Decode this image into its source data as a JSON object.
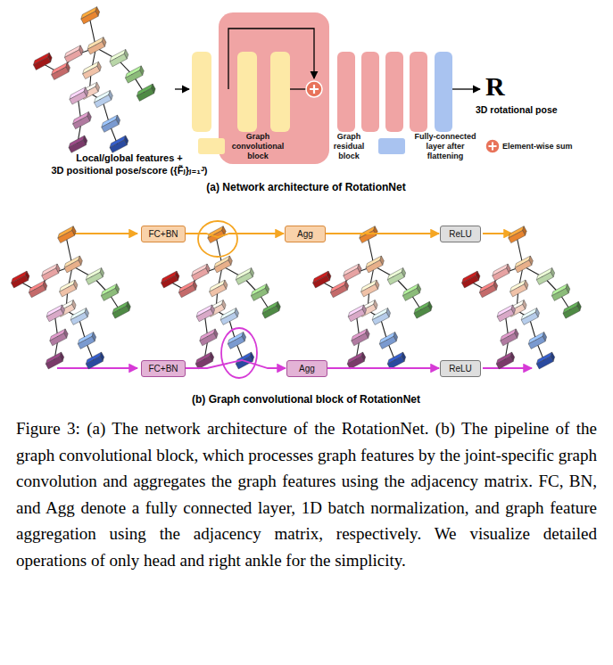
{
  "diagram": {
    "caption": "Figure 3: (a) The network architecture of the RotationNet. (b) The pipeline of the graph convolutional block, which processes graph features by the joint-specific graph convolution and aggregates the graph features using the adjacency matrix. FC, BN, and Agg denote a fully connected layer, 1D batch normalization, and graph feature aggregation using the adjacency matrix, respectively. We visualize detailed operations of only head and right ankle for the simplicity.",
    "nodes": [
      {
        "text": [
          "FC+BN"
        ]
      },
      {
        "text": [
          "Agg"
        ]
      },
      {
        "text": [
          "ReLU"
        ]
      },
      {
        "text": [
          "FC+BN"
        ]
      },
      {
        "text": [
          "Agg"
        ]
      },
      {
        "text": [
          "ReLU"
        ]
      }
    ],
    "edges": [
      {
        "from": 0,
        "to": 1,
        "arrow": "to"
      },
      {
        "from": 1,
        "to": 2,
        "arrow": "to"
      },
      {
        "from": 3,
        "to": 4,
        "arrow": "to"
      },
      {
        "from": 4,
        "to": 5,
        "arrow": "to"
      }
    ],
    "labels": [
      "Local/global features +",
      "3D positional pose/score ({F̃ⱼ}ⱼ₌₁ᴶ)",
      "R",
      "3D rotational pose",
      "(a) Network architecture of RotationNet",
      "(b) Graph convolutional block of RotationNet"
    ],
    "legend": [
      {
        "text": "Graph convolutional block",
        "color": "#fde9a6"
      },
      {
        "text": "Graph residual block",
        "color": "#f0a4a4"
      },
      {
        "text": "Fully-connected layer after flattening",
        "color": "#a9c3f0"
      },
      {
        "text": "Element-wise sum"
      }
    ]
  }
}
